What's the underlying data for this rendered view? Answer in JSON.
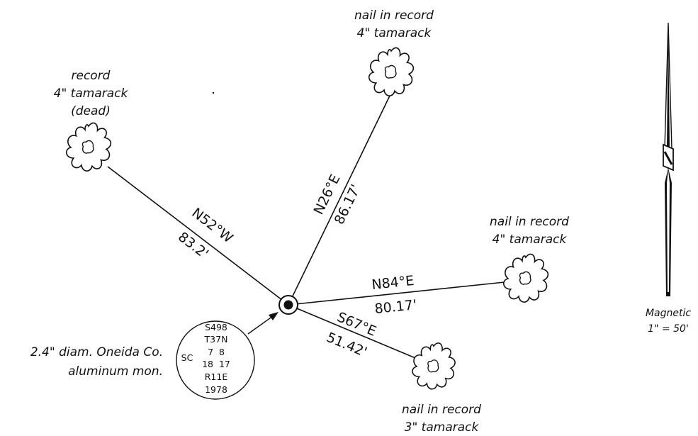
{
  "trees": [
    {
      "lines": [
        "record",
        "4\" tamarack",
        "(dead)"
      ]
    },
    {
      "lines": [
        "nail in record",
        "4\" tamarack"
      ]
    },
    {
      "lines": [
        "nail in record",
        "4\" tamarack"
      ]
    },
    {
      "lines": [
        "nail in record",
        "3\" tamarack"
      ]
    }
  ],
  "bearings": [
    {
      "bearing": "N52°W",
      "distance": "83.2'"
    },
    {
      "bearing": "N26°E",
      "distance": "86.17'"
    },
    {
      "bearing": "N84°E",
      "distance": "80.17'"
    },
    {
      "bearing": "S67°E",
      "distance": "51.42'"
    }
  ],
  "monument": {
    "caption_line1": "2.4\" diam. Oneida Co.",
    "caption_line2": "aluminum mon.",
    "stamp": {
      "line1": "S498",
      "line2": "T37N",
      "side": "SC",
      "sec_top": "7  8",
      "sec_bottom": "18  17",
      "range": "R11E",
      "year": "1978"
    }
  },
  "north_arrow": {
    "label": "Magnetic",
    "scale": "1\" = 50'"
  }
}
